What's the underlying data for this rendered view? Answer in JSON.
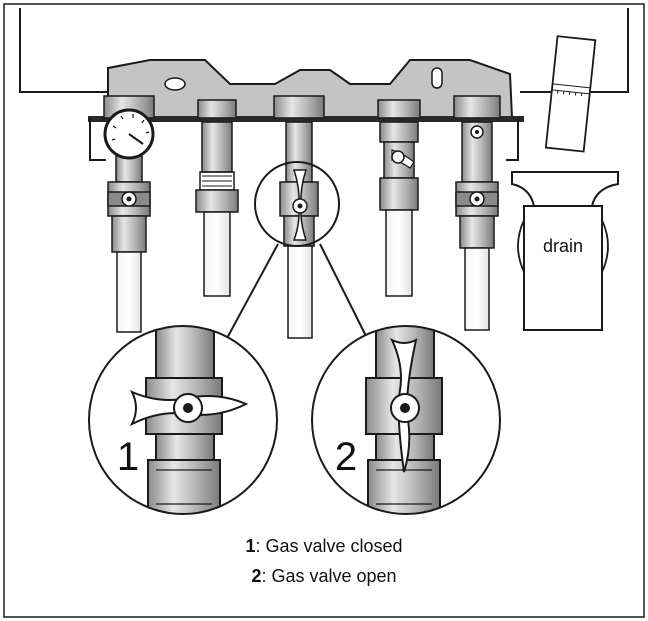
{
  "labels": {
    "drain": "drain",
    "callout_closed_number": "1",
    "callout_open_number": "2"
  },
  "legend": [
    {
      "number": "1",
      "text": ": Gas valve closed"
    },
    {
      "number": "2",
      "text": ": Gas valve open"
    }
  ],
  "colors": {
    "outline": "#1a1a1a",
    "metal_light": "#d9d9d9",
    "metal_mid": "#a6a6a6",
    "metal_dark": "#6e6e6e",
    "bracket": "#c4c4c4",
    "background": "#ffffff"
  }
}
